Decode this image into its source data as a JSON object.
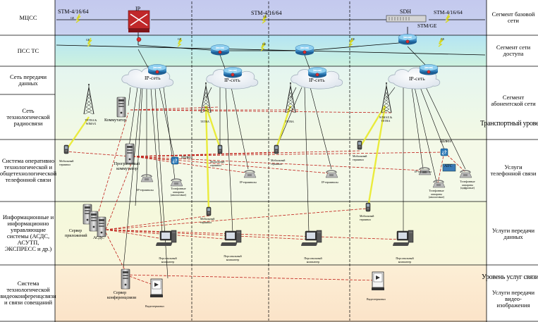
{
  "left_labels": [
    "МЦСС",
    "ПСС ТС",
    "Сеть передачи данных",
    "Сеть технологической радиосвязи",
    "Система оперативно технологической и общетехнологической телефонной связи",
    "Информационные и информационно управляющие системы (АСДС, АСУТП, ЭКСПРЕСС и др.)",
    "Система технологической видеоконференцсвязи и связи совещаний"
  ],
  "right_labels": [
    "Сегмент базовой сети",
    "Сегмент сети доступа",
    "Сегмент абонентской сети",
    "Транспортный уровень",
    "Услуги телефонной связи",
    "Услуги передачи данных",
    "Уровень услуг связи",
    "Услуги передачи видео-изображения"
  ],
  "top_labels": {
    "stm_left": "STM-4/16/64",
    "ip": "IP",
    "stm_mid": "STM-4/16/64",
    "sdh": "SDH",
    "stm_right": "STM-4/16/64",
    "stm_ge": "STM/GE"
  },
  "ge_labels": [
    "GE",
    "GE",
    "GE",
    "GE",
    "GE",
    "GE",
    "GE"
  ],
  "ip_cloud_labels": [
    "IP-сеть",
    "IP-сеть",
    "IP-сеть",
    "IP-сеть"
  ],
  "texts": {
    "tetra_wimax": "TETRA & WIMAX",
    "wimax_tetra": "WIMAX & TETRA",
    "tetra1": "TETRA",
    "tetra2": "TETRA",
    "kommutator": "Коммутатор",
    "prog_komm": "Программный коммутатор",
    "shlyuz1": "Шлюз",
    "shlyuz2": "Шлюз",
    "ats": "АТС",
    "server_app": "Сервер приложений",
    "asds": "АСДС",
    "server_conf": "Сервер конференцсвязи",
    "mob": "Мобильный терминал",
    "ip_term": "IP-терминалы",
    "tel_analog": "Телефонные аппараты (аналоговые)",
    "tel_digital": "Телефонные аппараты (цифровые)",
    "pc": "Персональный компьютер",
    "video": "Видеотерминал"
  },
  "colors": {
    "band1": "#c8cdee",
    "band2": "#c6efe8",
    "band3": "#eef7e6",
    "band4": "#f4f9dc",
    "band5": "#fdf2d5",
    "band6": "#fbe6cc",
    "link_red": "#c0201a",
    "zigzag": "#e9ea2a"
  }
}
